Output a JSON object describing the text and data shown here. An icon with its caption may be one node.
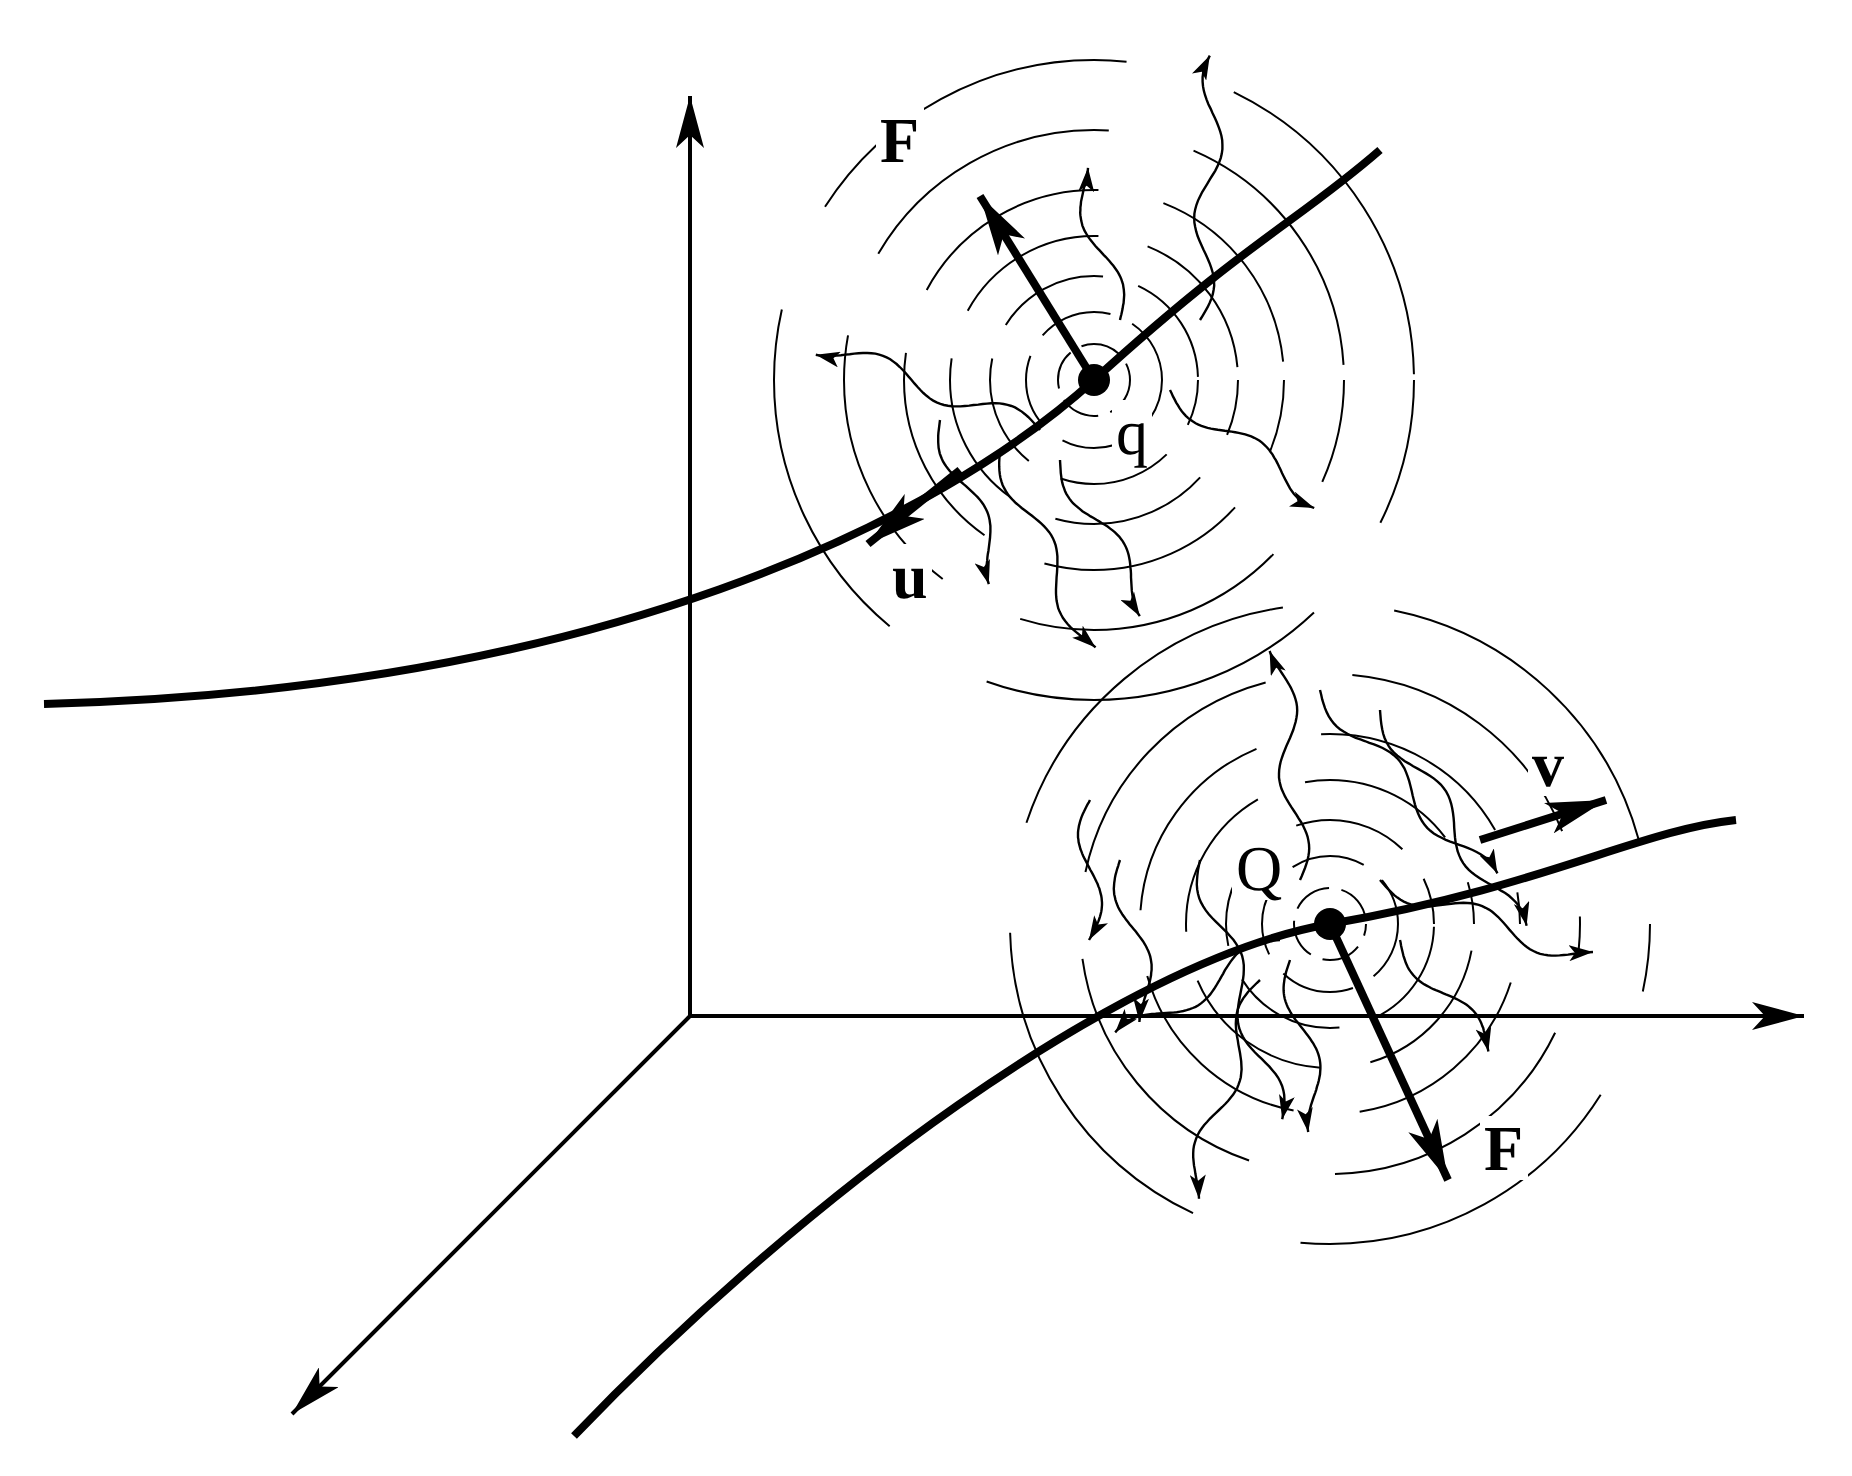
{
  "diagram": {
    "labels": [
      "F",
      "q",
      "u",
      "v",
      "Q",
      "F"
    ]
  }
}
